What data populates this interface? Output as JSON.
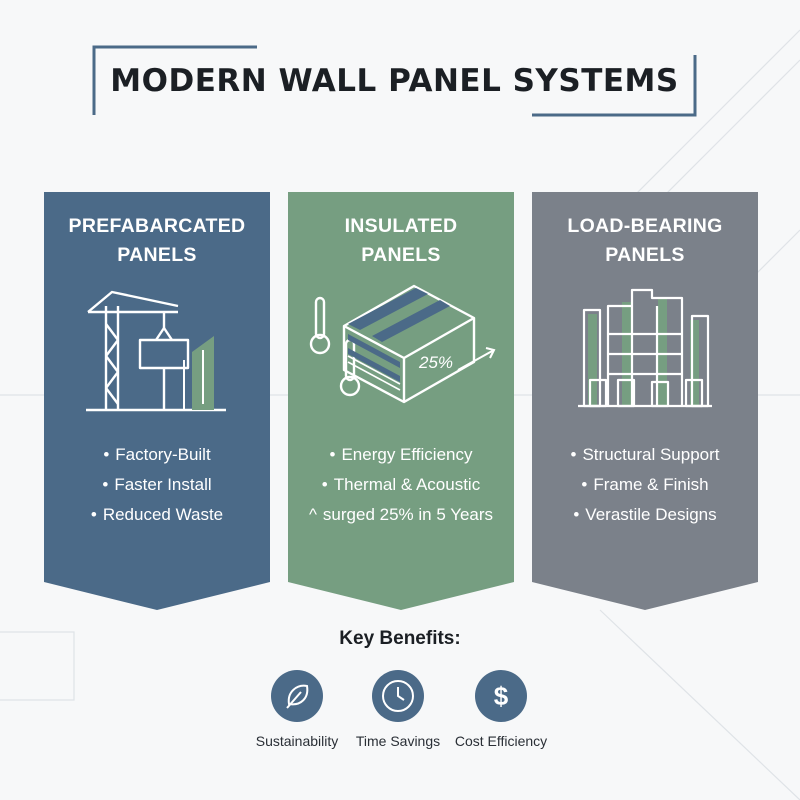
{
  "title": "MODERN WALL PANEL SYSTEMS",
  "colors": {
    "prefab": "#4b6a88",
    "insulated": "#769e81",
    "load_bearing": "#7b818a",
    "text_dark": "#1b1f24"
  },
  "panels": [
    {
      "title_line1": "PREFABARCATED",
      "title_line2": "PANELS",
      "icon": "crane-building-icon",
      "bullets": [
        "Factory-Built",
        "Faster Install",
        "Reduced Waste"
      ],
      "bullet_marks": [
        "•",
        "•",
        "•"
      ]
    },
    {
      "title_line1": "INSULATED",
      "title_line2": "PANELS",
      "icon": "insulated-panel-thermometer-icon",
      "illus_label": "25%",
      "bullets": [
        "Energy Efficiency",
        "Thermal & Acoustic",
        "surged 25% in 5 Years"
      ],
      "bullet_marks": [
        "•",
        "•",
        "^"
      ]
    },
    {
      "title_line1": "LOAD-BEARING",
      "title_line2": "PANELS",
      "icon": "building-structure-icon",
      "bullets": [
        "Structural Support",
        "Frame & Finish",
        "Verastile Designs"
      ],
      "bullet_marks": [
        "•",
        "•",
        "•"
      ]
    }
  ],
  "key_benefits": {
    "title": "Key Benefits:",
    "items": [
      {
        "label": "Sustainability",
        "icon": "leaf-icon"
      },
      {
        "label": "Time Savings",
        "icon": "clock-icon"
      },
      {
        "label": "Cost Efficiency",
        "icon": "dollar-icon"
      }
    ]
  }
}
